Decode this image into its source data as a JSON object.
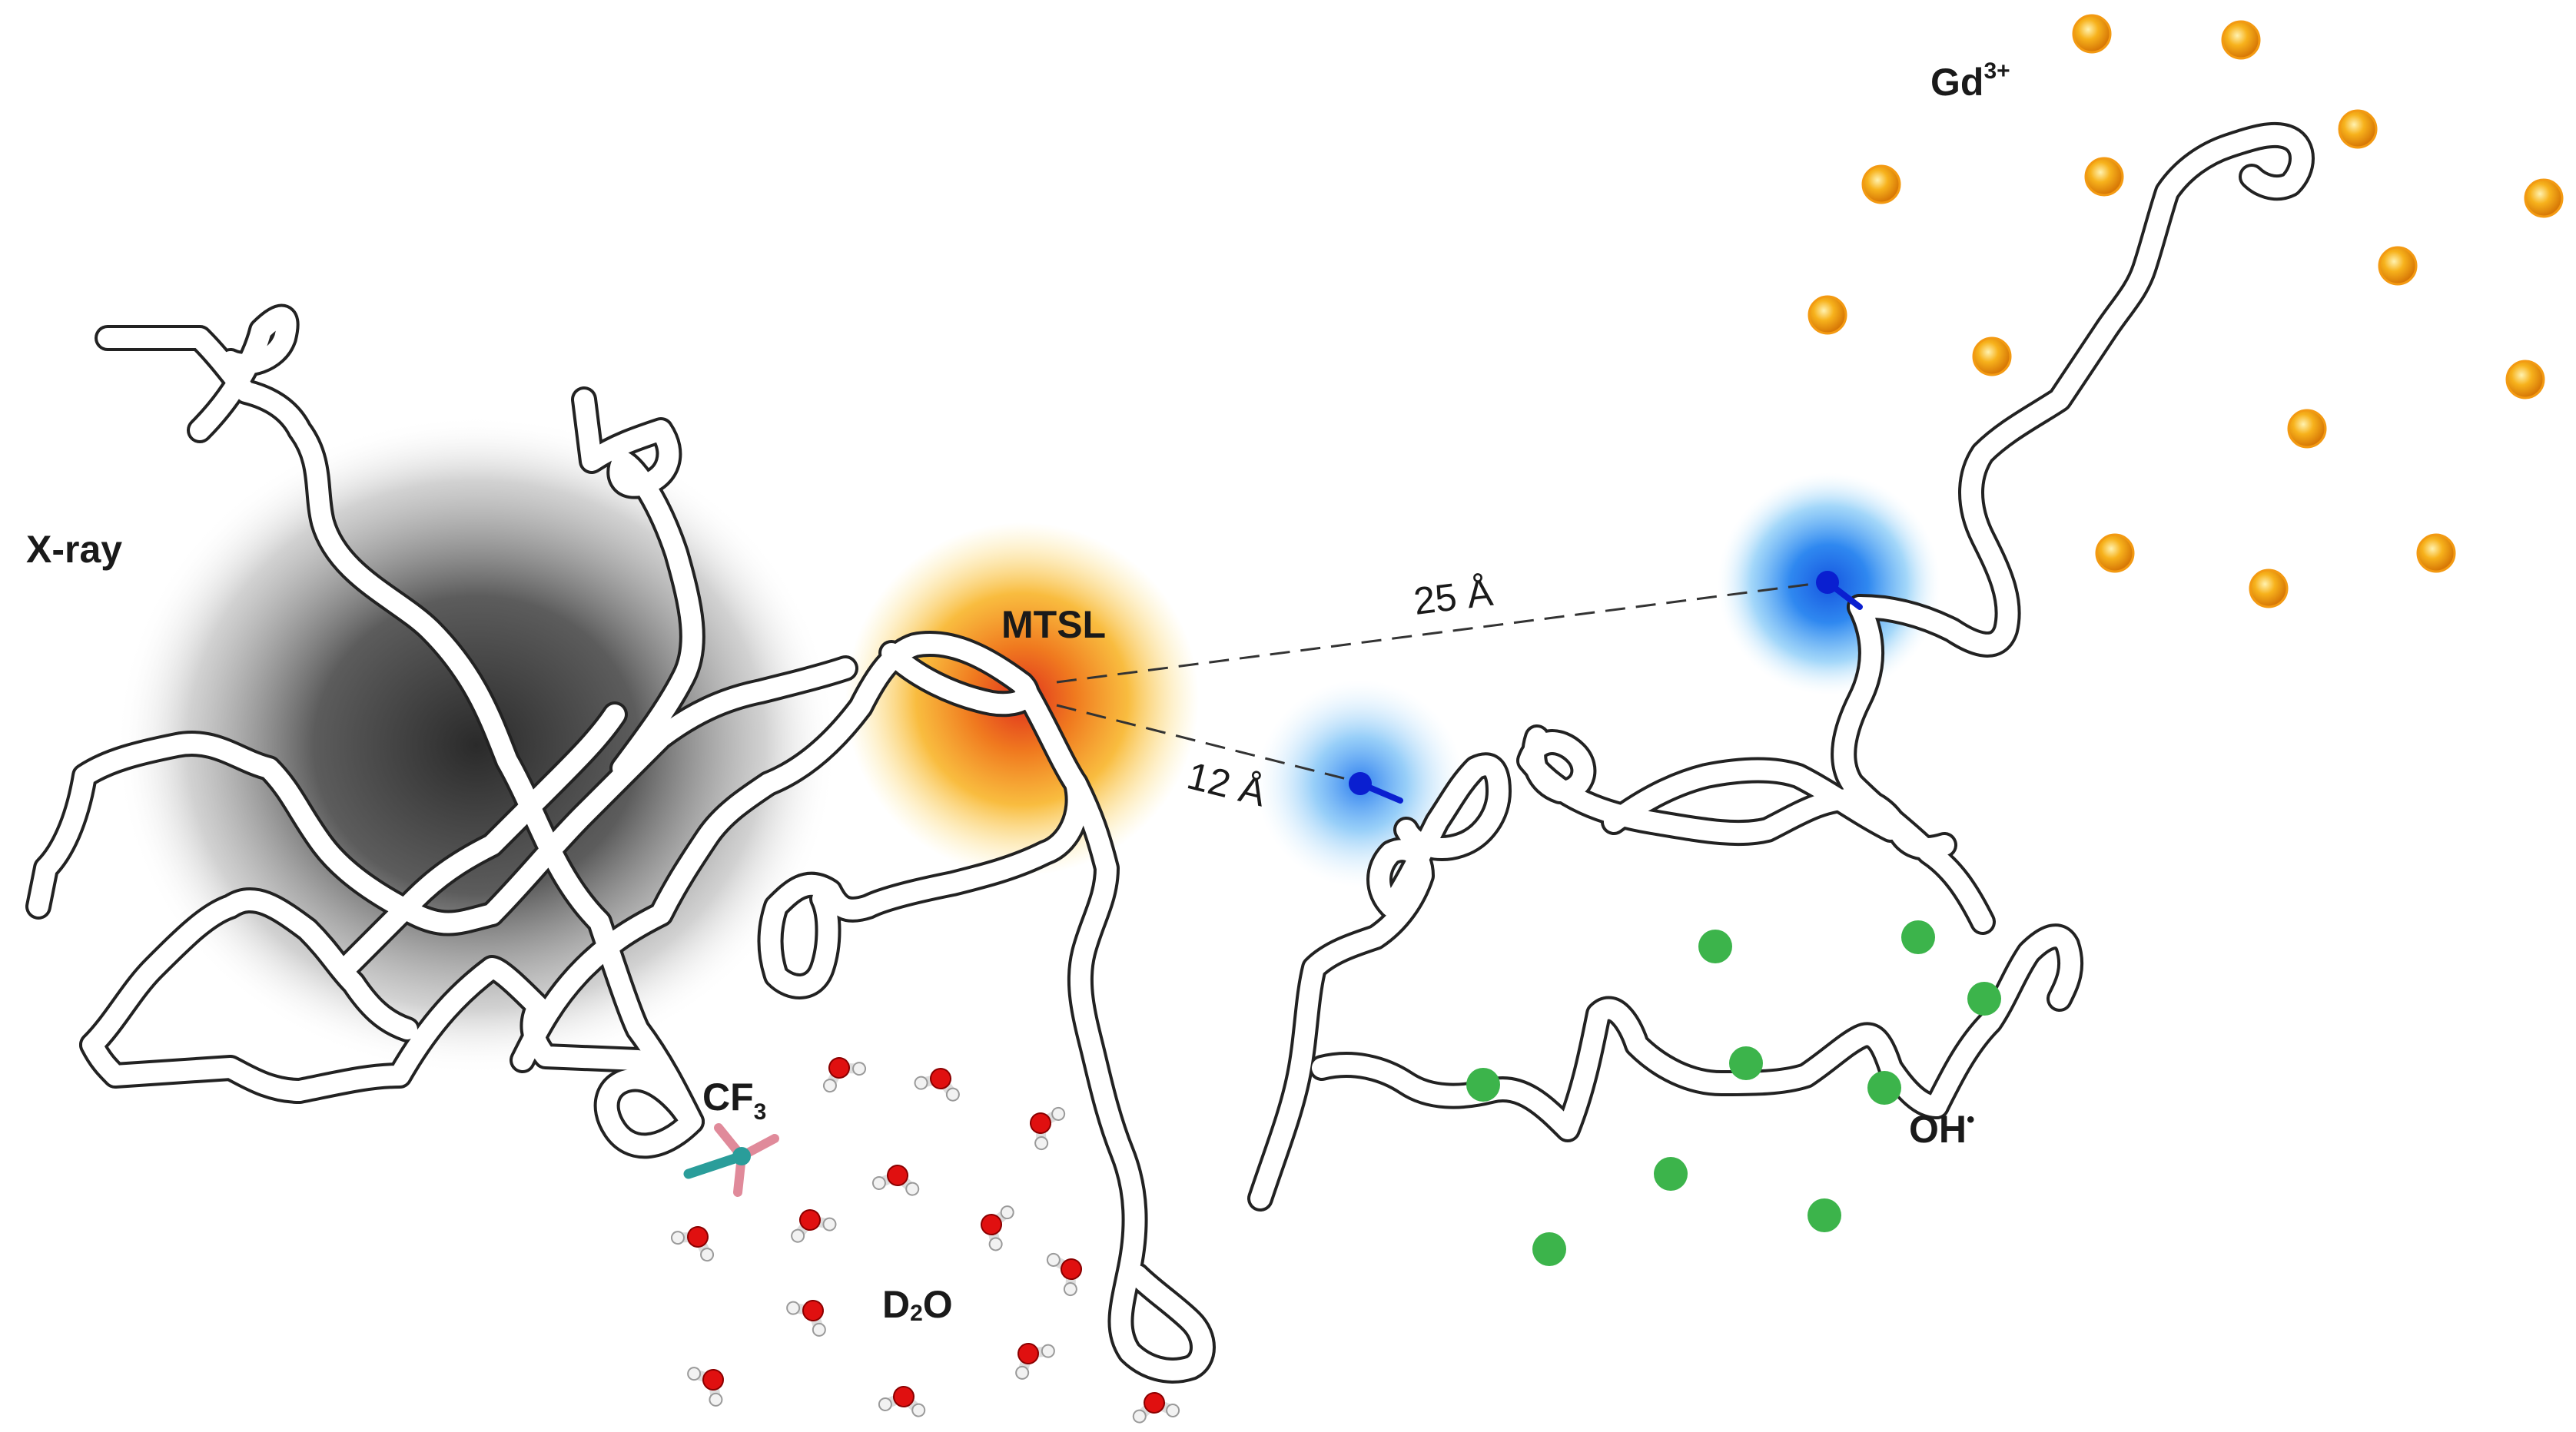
{
  "labels": {
    "xray": "X-ray",
    "mtsl": "MTSL",
    "gd_base": "Gd",
    "gd_charge": "3+",
    "cf_base": "CF",
    "cf_sub": "3",
    "d2o_d": "D",
    "d2o_sub": "2",
    "d2o_o": "O",
    "oh_base": "OH",
    "oh_radical": "•",
    "dist_near": "12 Å",
    "dist_far": "25 Å"
  },
  "colors": {
    "chain_fill": "#ffffff",
    "chain_outline": "#222222",
    "xray_shadow": "#3a3a3a",
    "mtsl_core": "#e0301e",
    "mtsl_mid": "#f7a51c",
    "spin_blue": "#1f6fe0",
    "spin_dot": "#0a1fd0",
    "gd_ion": "#f39a12",
    "oh_radical": "#3cb44b",
    "water_oxygen": "#e01010",
    "water_hydrogen": "#f2f2f2",
    "cf3_carbon": "#2a9d9a",
    "cf3_fluorine": "#e08a9a"
  },
  "icons": {
    "gd": "gd-ion-sphere-icon",
    "oh": "hydroxyl-radical-dot-icon",
    "water": "water-molecule-icon",
    "cf3": "cf3-group-icon",
    "spin": "spin-label-site-icon"
  }
}
